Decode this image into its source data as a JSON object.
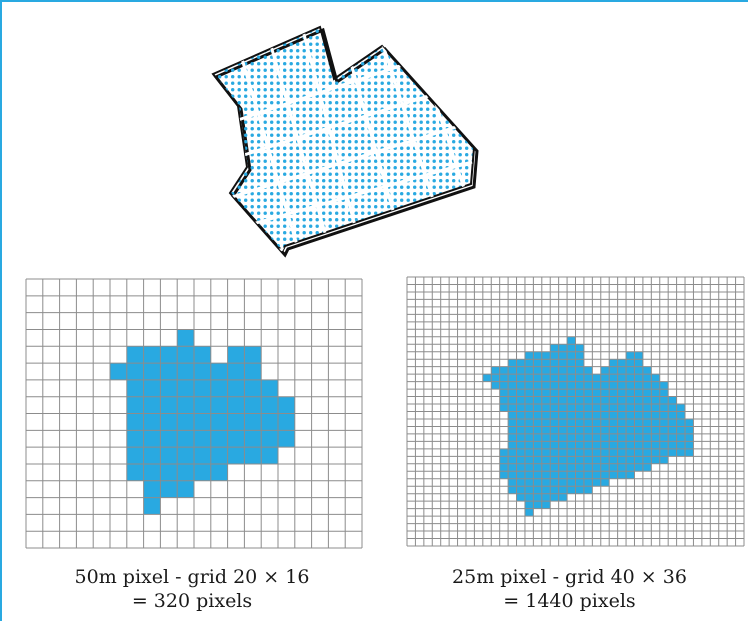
{
  "colors": {
    "fill": "#29a9e1",
    "grid_line": "#8c8c8c",
    "outline": "#111111",
    "frame": "#29a9e1"
  },
  "panels": [
    {
      "line1": "50m pixel - grid 20 × 16",
      "line2": "= 320 pixels",
      "cols": 20,
      "rows": 16,
      "pixel_count": 320
    },
    {
      "line1": "25m pixel - grid 40 × 36",
      "line2": "= 1440 pixels",
      "cols": 40,
      "rows": 36,
      "pixel_count": 1440
    }
  ]
}
